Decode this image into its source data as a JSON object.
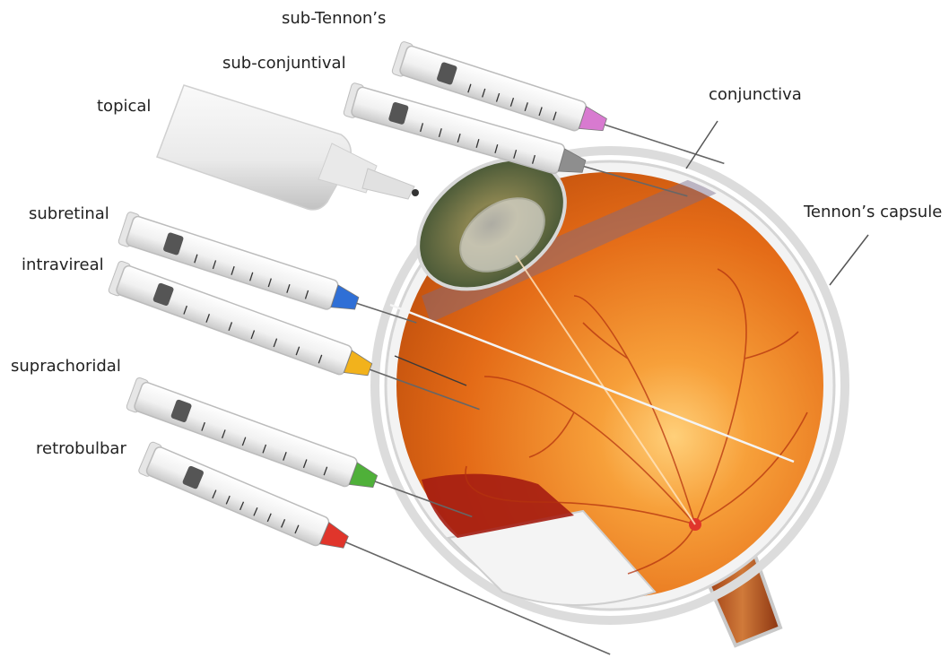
{
  "labels": {
    "sub_tennons": "sub-Tennon’s",
    "sub_conjuntival": "sub-conjuntival",
    "topical": "topical",
    "conjunctiva": "conjunctiva",
    "tennons_capsule": "Tennon’s capsule",
    "subretinal": "subretinal",
    "intravireal": "intravireal",
    "suprachoridal": "suprachoridal",
    "retrobulbar": "retrobulbar"
  },
  "syringe_hub_colors": {
    "sub_tennons": "#d87ad0",
    "sub_conjuntival": "#8e8e8e",
    "subretinal": "#2f6fd6",
    "intravireal": "#f2b21c",
    "suprachoridal": "#4fb039",
    "retrobulbar": "#e0352b"
  },
  "eye_colors": {
    "fundus": "#e8741c",
    "sclera": "#f2f2f2",
    "iris": "#6b7a4a"
  }
}
